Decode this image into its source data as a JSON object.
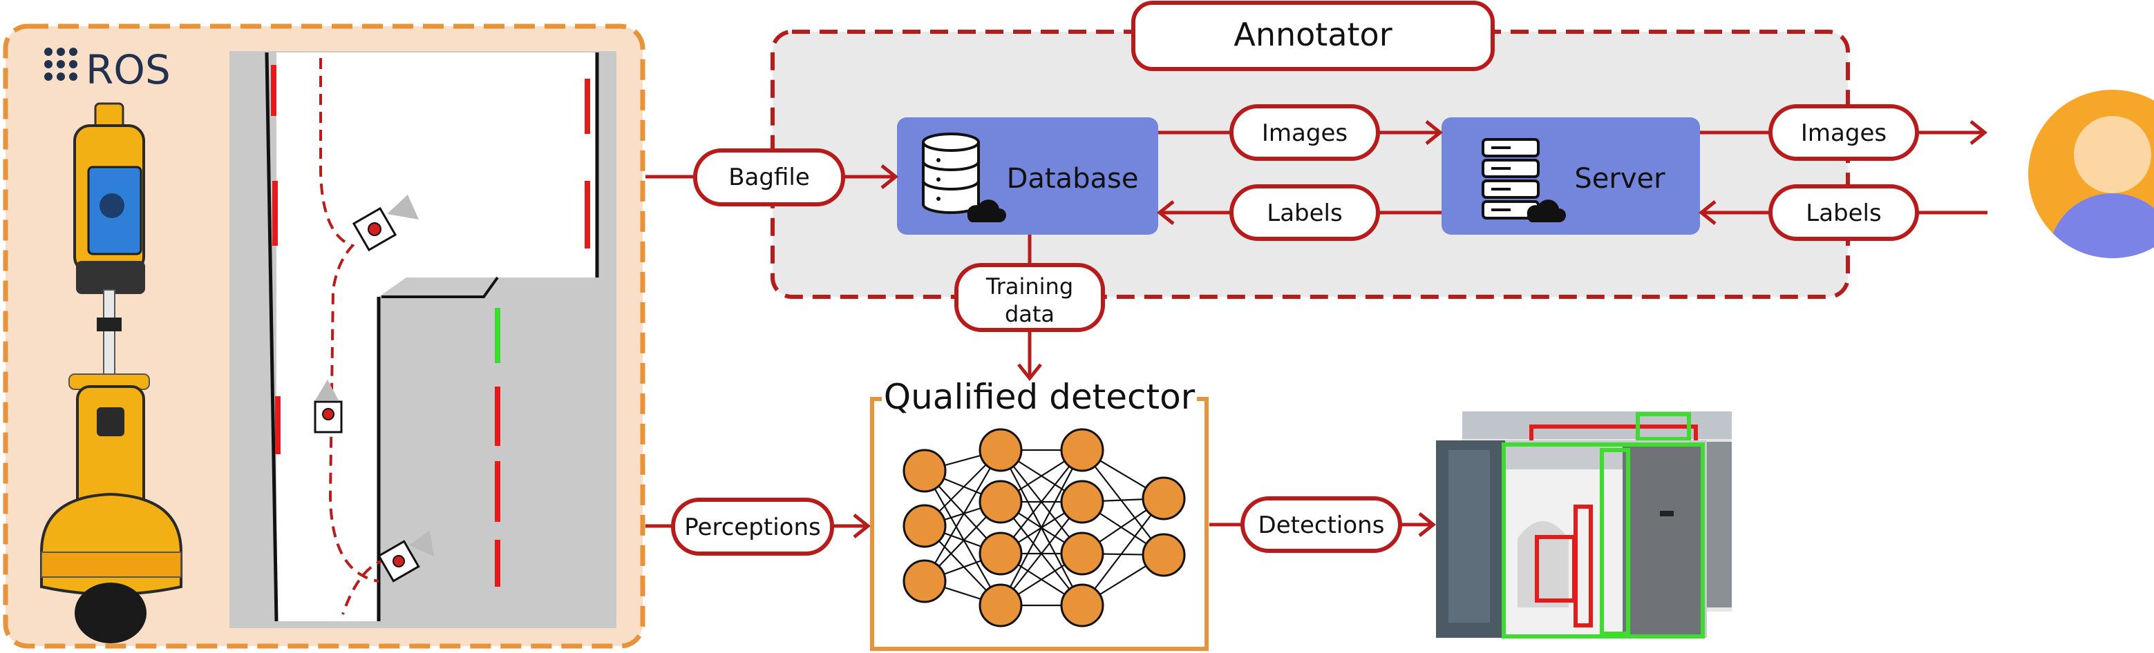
{
  "colors": {
    "arrow_red": "#b71c1c",
    "robot_panel_fill": "#f9dfc8",
    "robot_panel_border": "#e8923a",
    "annotator_fill": "#e9e9e9",
    "node_blue": "#7486dc",
    "detector_border": "#e8923a",
    "neuron_orange": "#e8923a",
    "avatar_bg": "#f6a72a",
    "avatar_body": "#7b83e6",
    "avatar_head": "#fcd7a3",
    "map_gray": "#c9c9c9",
    "box_red": "#e21b1b",
    "box_green": "#3ddc2e"
  },
  "icons": {
    "ros_logo": "ros-logo-icon",
    "database": "database-cloud-icon",
    "server": "server-cloud-icon",
    "user": "user-avatar-icon"
  },
  "logo_text": "ROS",
  "annotator": {
    "title": "Annotator"
  },
  "nodes": {
    "database": "Database",
    "server": "Server"
  },
  "edge_labels": {
    "bagfile": "Bagfile",
    "images_to_server": "Images",
    "labels_to_database": "Labels",
    "images_to_user": "Images",
    "labels_from_user": "Labels",
    "training_data_line1": "Training",
    "training_data_line2": "data",
    "perceptions": "Perceptions",
    "detections": "Detections"
  },
  "detector": {
    "title": "Qualified detector"
  }
}
